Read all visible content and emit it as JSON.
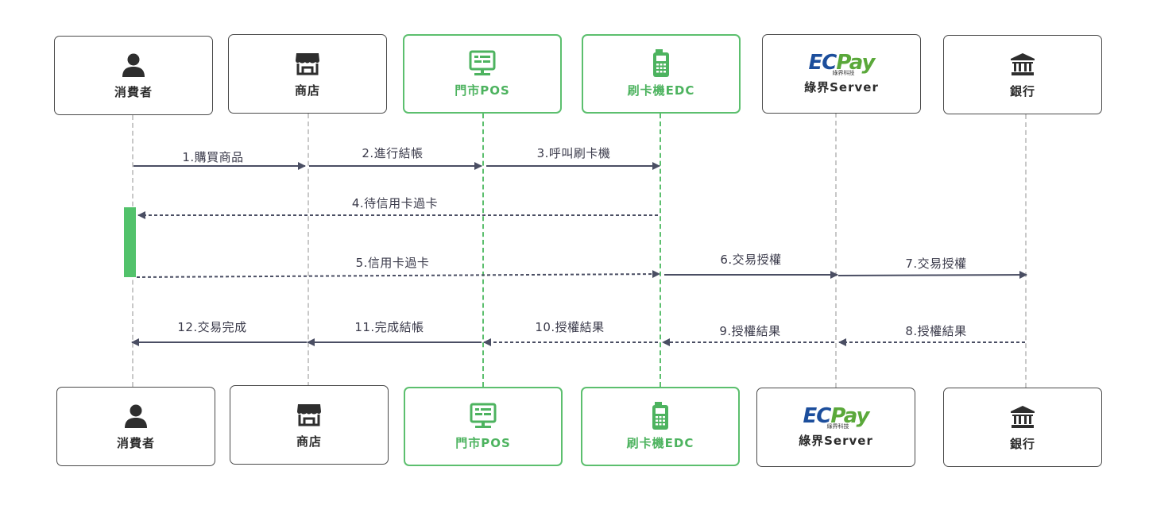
{
  "participants_top": [
    {
      "label": "消費者",
      "icon": "user-icon"
    },
    {
      "label": "商店",
      "icon": "store-icon"
    },
    {
      "label": "門市POS",
      "icon": "pos-terminal-icon",
      "accent": "#5cbf6e"
    },
    {
      "label": "刷卡機EDC",
      "icon": "card-reader-icon",
      "accent": "#5cbf6e"
    },
    {
      "label": "綠界Server",
      "icon": "ecpay-logo",
      "logo_text": {
        "ec": "EC",
        "pay": "Pay",
        "sub": "綠界科技"
      }
    },
    {
      "label": "銀行",
      "icon": "bank-icon"
    }
  ],
  "participants_bottom": [
    {
      "label": "消費者"
    },
    {
      "label": "商店"
    },
    {
      "label": "門市POS"
    },
    {
      "label": "刷卡機EDC"
    },
    {
      "label": "綠界Server",
      "logo_text": {
        "ec": "EC",
        "pay": "Pay",
        "sub": "綠界科技"
      }
    },
    {
      "label": "銀行"
    }
  ],
  "messages": [
    {
      "label": "1.購買商品",
      "from": "消費者",
      "to": "商店",
      "style": "solid"
    },
    {
      "label": "2.進行結帳",
      "from": "商店",
      "to": "門市POS",
      "style": "solid"
    },
    {
      "label": "3.呼叫刷卡機",
      "from": "門市POS",
      "to": "刷卡機EDC",
      "style": "solid"
    },
    {
      "label": "4.待信用卡過卡",
      "from": "刷卡機EDC",
      "to": "消費者",
      "style": "dashed"
    },
    {
      "label": "5.信用卡過卡",
      "from": "消費者",
      "to": "刷卡機EDC",
      "style": "dashed"
    },
    {
      "label": "6.交易授權",
      "from": "刷卡機EDC",
      "to": "綠界Server",
      "style": "solid"
    },
    {
      "label": "7.交易授權",
      "from": "綠界Server",
      "to": "銀行",
      "style": "solid"
    },
    {
      "label": "8.授權結果",
      "from": "銀行",
      "to": "綠界Server",
      "style": "dashed"
    },
    {
      "label": "9.授權結果",
      "from": "綠界Server",
      "to": "刷卡機EDC",
      "style": "dashed"
    },
    {
      "label": "10.授權結果",
      "from": "刷卡機EDC",
      "to": "門市POS",
      "style": "dashed"
    },
    {
      "label": "11.完成結帳",
      "from": "門市POS",
      "to": "商店",
      "style": "solid"
    },
    {
      "label": "12.交易完成",
      "from": "商店",
      "to": "消費者",
      "style": "solid"
    }
  ],
  "colors": {
    "accent_green": "#5cbf6e",
    "arrow": "#4a4e63",
    "lifeline": "#c8c8c8",
    "activation": "#52c26b"
  }
}
